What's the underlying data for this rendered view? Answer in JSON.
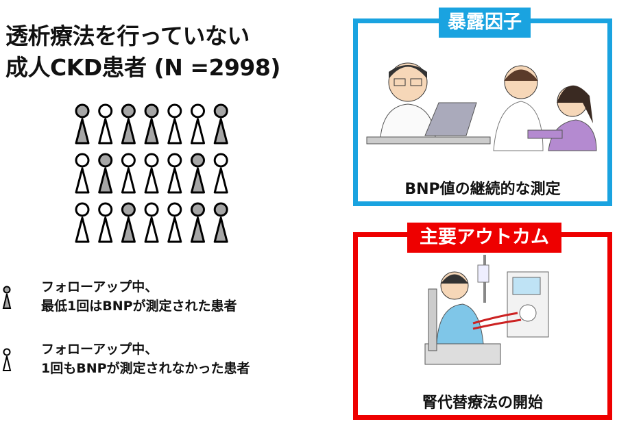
{
  "title": {
    "line1": "透析療法を行っていない",
    "line2": "成人CKD患者 (N =2998)"
  },
  "population": {
    "rows": [
      [
        1,
        0,
        1,
        1,
        0,
        0,
        1
      ],
      [
        0,
        1,
        0,
        0,
        0,
        1,
        0
      ],
      [
        0,
        0,
        1,
        0,
        0,
        1,
        1
      ]
    ],
    "measured_color": "#a6a6a6",
    "unmeasured_color": "#ffffff"
  },
  "legend": {
    "measured": {
      "line1": "フォローアップ中、",
      "line2": "最低1回はBNPが測定された患者"
    },
    "unmeasured": {
      "line1": "フォローアップ中、",
      "line2": "1回もBNPが測定されなかった患者"
    }
  },
  "exposure": {
    "tag": "暴露因子",
    "caption": "BNP値の継続的な測定",
    "color": "#1aa3e0"
  },
  "outcome": {
    "tag": "主要アウトカム",
    "caption": "腎代替療法の開始",
    "color": "#ee0000"
  }
}
